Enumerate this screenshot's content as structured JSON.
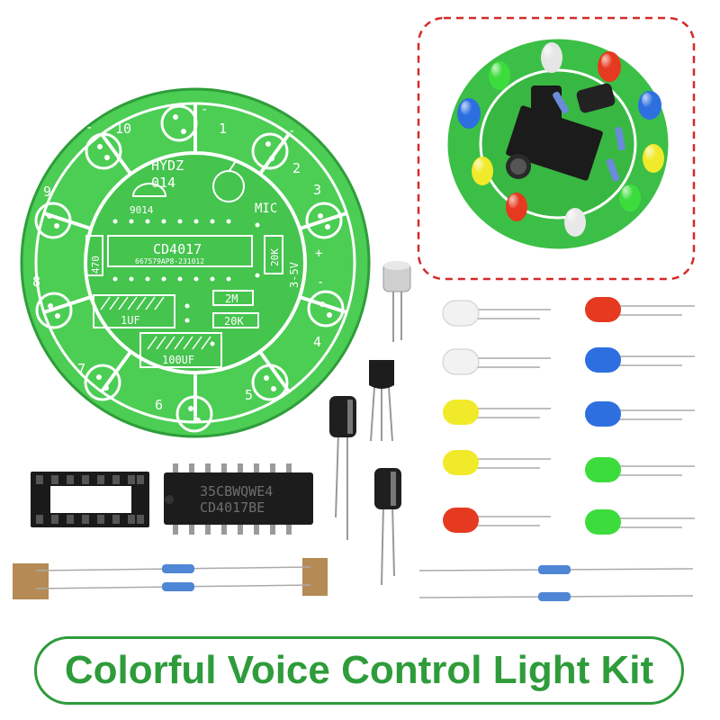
{
  "board": {
    "brand": "HYDZ",
    "model": "014",
    "transistor": "9014",
    "mic_label": "MIC",
    "ic_label": "CD4017",
    "ic_code": "667579AP8-231012",
    "resistor_470": "470",
    "resistor_20k_side": "20K",
    "cap_1uf": "1UF",
    "resistor_2m": "2M",
    "resistor_20k": "20K",
    "cap_100uf": "100UF",
    "voltage": "3-5V",
    "plus_sign": "+",
    "minus_sign": "-",
    "led_numbers": [
      "1",
      "2",
      "3",
      "4",
      "5",
      "6",
      "7",
      "8",
      "9",
      "10"
    ]
  },
  "chip": {
    "line1": "35CBWQWE4",
    "line2": "CD4017BE"
  },
  "banner": {
    "title": "Colorful Voice Control Light Kit"
  },
  "colors": {
    "pcb_green": "#3fc64a",
    "banner_green": "#2e9c3a",
    "inset_border": "#d42a2a",
    "led_white": "#f2f2f2",
    "led_blue": "#2e6fe0",
    "led_yellow": "#f1ea2a",
    "led_green": "#3ddc3d",
    "led_red": "#e53a1f"
  },
  "components": {
    "leds_left": [
      "white",
      "white",
      "yellow",
      "yellow",
      "red"
    ],
    "leds_right": [
      "red",
      "blue",
      "blue",
      "green",
      "green"
    ]
  }
}
